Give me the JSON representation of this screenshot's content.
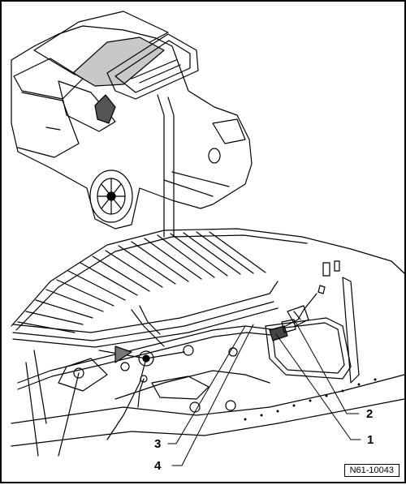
{
  "figure": {
    "id": "N61-10043",
    "callouts": [
      {
        "label": "1",
        "target": "connector"
      },
      {
        "label": "2",
        "target": "retainer"
      },
      {
        "label": "3",
        "target": "hose"
      },
      {
        "label": "4",
        "target": "wire-harness"
      }
    ]
  },
  "colors": {
    "line": "#000000",
    "glass_tint": "#c8c8c8",
    "background": "#ffffff"
  }
}
